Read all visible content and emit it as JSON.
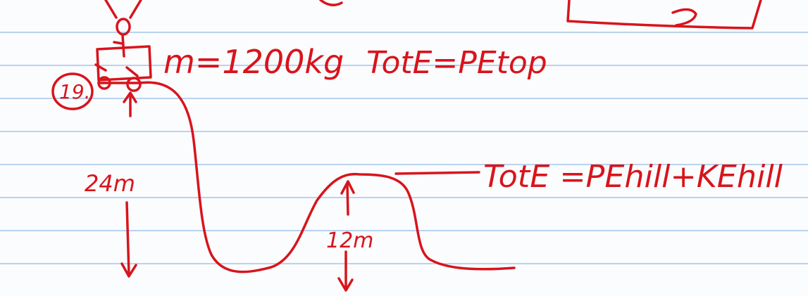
{
  "ink_color": "#d8141c",
  "paper": {
    "rule_color": "#b9d3ee",
    "background": "#fbfcfe"
  },
  "problem": {
    "number": "19.",
    "mass": "m=1200kg",
    "energy_top": "TotE=PEtop",
    "energy_hill": "TotE =PEhill+KEhill",
    "height_start": "24m",
    "height_hill": "12m"
  }
}
